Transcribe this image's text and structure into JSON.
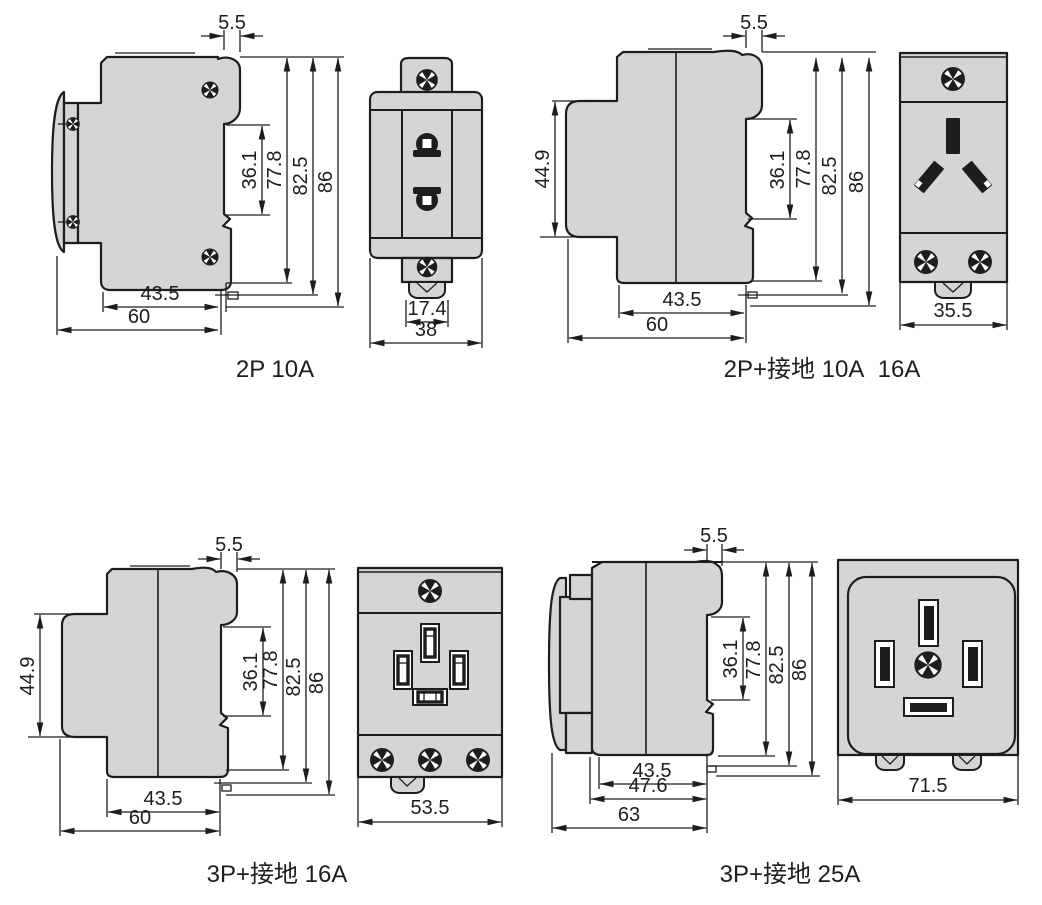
{
  "colors": {
    "line": "#1d1d1b",
    "body_fill": "#d5d6d4",
    "background": "#ffffff"
  },
  "panels": [
    {
      "id": "2p-10a",
      "label": "2P 10A",
      "side_view": {
        "dim_top": "5.5",
        "dims_right": [
          "36.1",
          "77.8",
          "82.5",
          "86"
        ],
        "dims_bottom": [
          "43.5",
          "60"
        ]
      },
      "front_view": {
        "dims_bottom": [
          "17.4",
          "38"
        ]
      }
    },
    {
      "id": "2p-earth-10a-16a",
      "label": "2P+接地 10A  16A",
      "side_view": {
        "dim_top": "5.5",
        "dim_left": "44.9",
        "dims_right": [
          "36.1",
          "77.8",
          "82.5",
          "86"
        ],
        "dims_bottom": [
          "43.5",
          "60"
        ]
      },
      "front_view": {
        "dims_bottom": [
          "35.5"
        ]
      }
    },
    {
      "id": "3p-earth-16a",
      "label": "3P+接地 16A",
      "side_view": {
        "dim_top": "5.5",
        "dim_left": "44.9",
        "dims_right": [
          "36.1",
          "77.8",
          "82.5",
          "86"
        ],
        "dims_bottom": [
          "43.5",
          "60"
        ]
      },
      "front_view": {
        "dims_bottom": [
          "53.5"
        ]
      }
    },
    {
      "id": "3p-earth-25a",
      "label": "3P+接地 25A",
      "side_view": {
        "dim_top": "5.5",
        "dims_right": [
          "36.1",
          "77.8",
          "82.5",
          "86"
        ],
        "dims_bottom": [
          "43.5",
          "47.6",
          "63"
        ]
      },
      "front_view": {
        "dims_bottom": [
          "71.5"
        ]
      }
    }
  ]
}
